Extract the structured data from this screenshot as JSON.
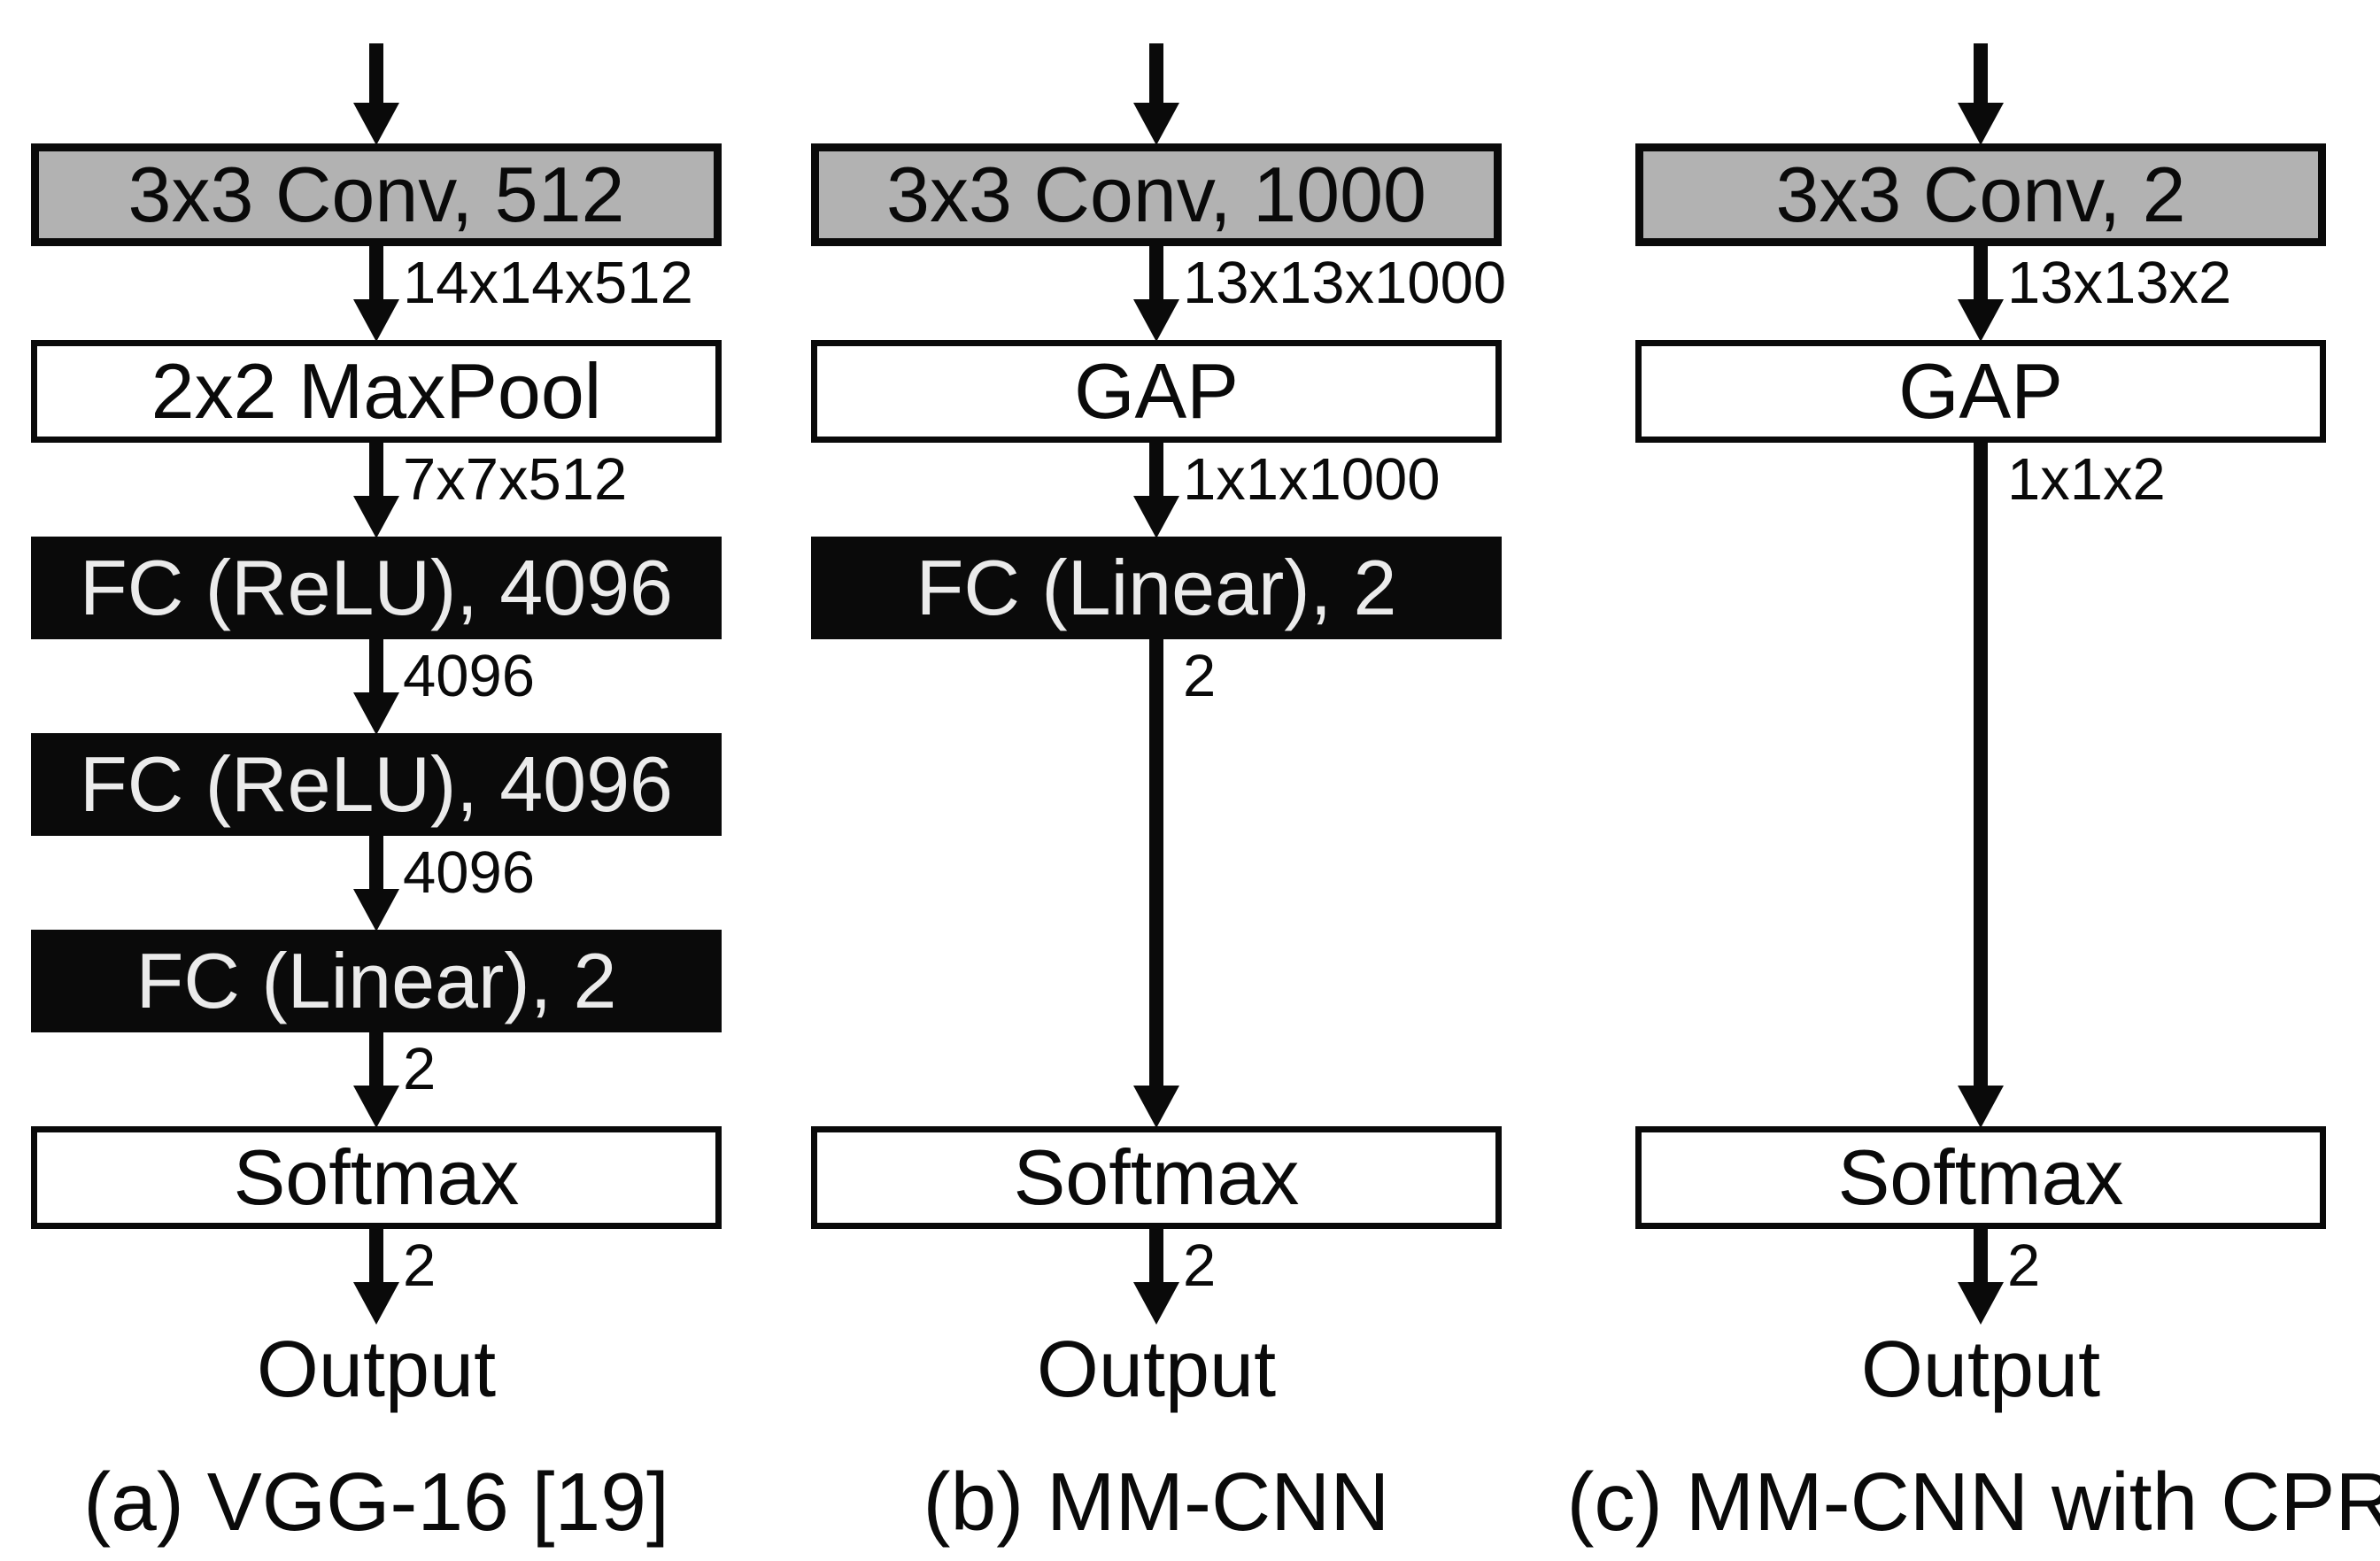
{
  "figure": {
    "colors": {
      "conv_fill": "#b2b2b2",
      "fc_fill": "#0a0a0a",
      "fc_text": "#ebebeb",
      "plain_fill": "#ffffff",
      "line": "#0a0a0a",
      "background": "#ffffff"
    },
    "columns": [
      {
        "caption": "(a) VGG-16 [19]",
        "output_label": "Output",
        "boxes": [
          {
            "label": "3x3 Conv, 512",
            "style": "conv"
          },
          {
            "label": "2x2 MaxPool",
            "style": "plain"
          },
          {
            "label": "FC (ReLU), 4096",
            "style": "fc"
          },
          {
            "label": "FC (ReLU), 4096",
            "style": "fc"
          },
          {
            "label": "FC (Linear), 2",
            "style": "fc"
          },
          {
            "label": "Softmax",
            "style": "plain"
          }
        ],
        "edge_labels": [
          "14x14x512",
          "7x7x512",
          "4096",
          "4096",
          "2",
          "2"
        ]
      },
      {
        "caption": "(b) MM-CNN",
        "output_label": "Output",
        "boxes": [
          {
            "label": "3x3 Conv, 1000",
            "style": "conv"
          },
          {
            "label": "GAP",
            "style": "plain"
          },
          {
            "label": "FC (Linear), 2",
            "style": "fc"
          },
          {
            "label": "Softmax",
            "style": "plain"
          }
        ],
        "edge_labels": [
          "13x13x1000",
          "1x1x1000",
          "2",
          "2"
        ]
      },
      {
        "caption": "(c) MM-CNN with CPR",
        "output_label": "Output",
        "boxes": [
          {
            "label": "3x3 Conv, 2",
            "style": "conv"
          },
          {
            "label": "GAP",
            "style": "plain"
          },
          {
            "label": "Softmax",
            "style": "plain"
          }
        ],
        "edge_labels": [
          "13x13x2",
          "1x1x2",
          "2"
        ]
      }
    ]
  }
}
